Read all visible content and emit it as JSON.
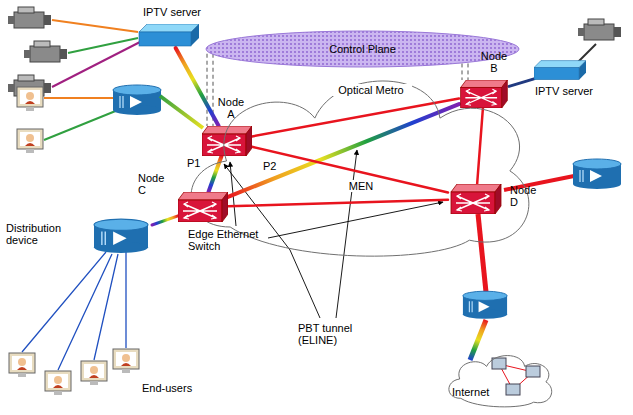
{
  "diagram": {
    "nodes": [
      {
        "text": [
          "IPTV server"
        ]
      },
      {
        "text": [
          "Control Plane"
        ]
      },
      {
        "text": [
          "Node A"
        ]
      },
      {
        "text": [
          "Node B"
        ]
      },
      {
        "text": [
          "IPTV server"
        ]
      },
      {
        "text": [
          "Optical Metro",
          "MEN"
        ]
      },
      {
        "text": [
          "Node C"
        ]
      },
      {
        "text": [
          "Distribution device"
        ]
      },
      {
        "text": [
          "Node D"
        ]
      },
      {
        "text": [
          "Internet"
        ]
      }
    ],
    "edges": [
      {
        "from": 1,
        "to": 2,
        "arrow": "none"
      },
      {
        "from": 1,
        "to": 3,
        "arrow": "none"
      },
      {
        "from": 0,
        "to": 2,
        "arrow": "none"
      },
      {
        "from": 4,
        "to": 3,
        "arrow": "none"
      },
      {
        "from": 2,
        "to": 3,
        "arrow": "none"
      },
      {
        "from": 2,
        "to": 6,
        "arrow": "none"
      },
      {
        "from": 6,
        "to": 3,
        "arrow": "none"
      },
      {
        "from": 2,
        "to": 8,
        "arrow": "none"
      },
      {
        "from": 6,
        "to": 8,
        "arrow": "none"
      },
      {
        "from": 3,
        "to": 8,
        "arrow": "none"
      },
      {
        "from": 6,
        "to": 7,
        "arrow": "none"
      }
    ],
    "labels": [
      "P1",
      "P2",
      "Edge Ethernet Switch",
      "PBT tunnel (ELINE)",
      "End-users"
    ]
  }
}
